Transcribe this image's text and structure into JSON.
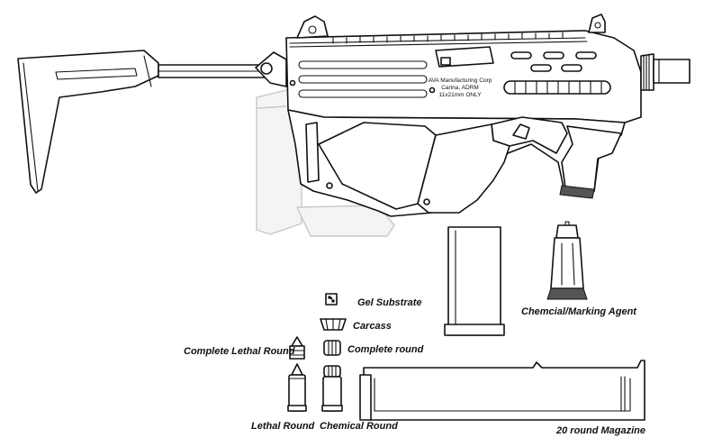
{
  "diagram": {
    "engraving": {
      "line1": "AVA Manufacturing Corp",
      "line2": "Carina, ADRM",
      "line3": "11x21mm ONLY"
    },
    "labels": {
      "gel_substrate": "Gel Substrate",
      "carcass": "Carcass",
      "complete_round": "Complete round",
      "complete_lethal_round": "Complete Lethal Round",
      "lethal_round": "Lethal Round",
      "chemical_round": "Chemical Round",
      "chemical_marking_agent": "Chemcial/Marking Agent",
      "magazine": "20 round Magazine"
    },
    "colors": {
      "line": "#111111",
      "ghost_grip": "#c8c8c8"
    }
  }
}
